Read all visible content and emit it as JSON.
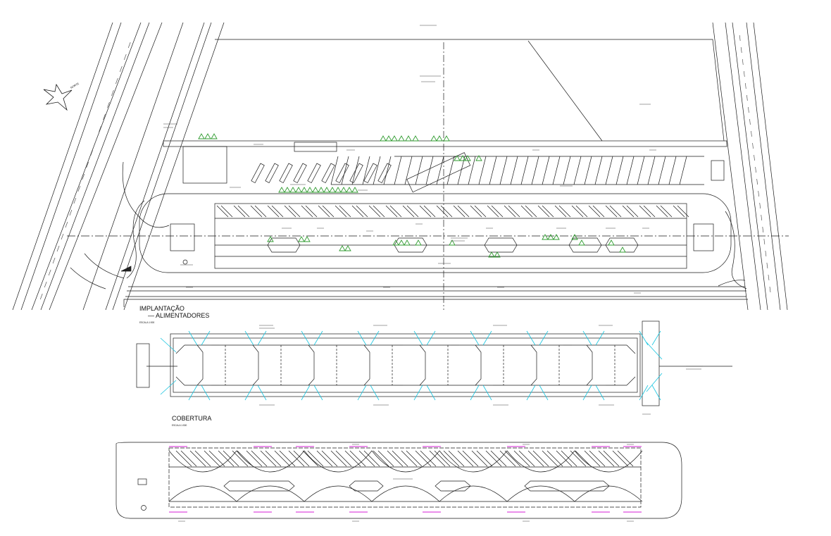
{
  "drawing": {
    "north_label": "NORTE",
    "sections": [
      {
        "title": "IMPLANTAÇÃO",
        "subtitle": "— ALIMENTADORES",
        "scale": "ESCALA 1:500"
      },
      {
        "title": "COBERTURA",
        "subtitle": "",
        "scale": "ESCALA 1:500"
      }
    ],
    "colors": {
      "line": "#1a1a1a",
      "cyan": "#17c5e0",
      "magenta": "#d61dd6",
      "green": "#2f9b2f"
    }
  }
}
